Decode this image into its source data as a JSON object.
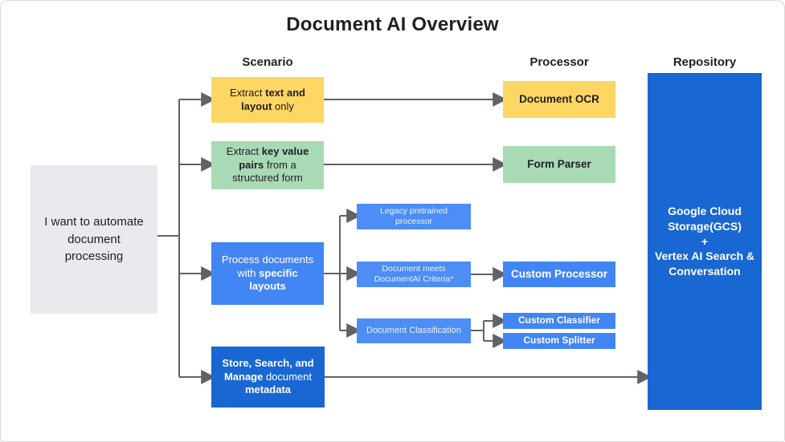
{
  "title": "Document AI Overview",
  "columns": {
    "scenario": "Scenario",
    "processor": "Processor",
    "repository": "Repository"
  },
  "colors": {
    "yellow": "#fdd663",
    "green": "#a8dab5",
    "blue": "#4285f4",
    "dark_blue": "#1967d2",
    "gray_box": "#e8eaed",
    "arrow": "#5f6368",
    "text_dark": "#202124"
  },
  "nodes": {
    "intent": {
      "text": "I want to automate document processing"
    },
    "scenario_ocr": {
      "pre": "Extract ",
      "bold": "text and layout",
      "post": " only"
    },
    "scenario_form": {
      "pre": "Extract ",
      "bold": "key value pairs",
      "post": " from a structured form"
    },
    "scenario_custom": {
      "pre": "Process documents with ",
      "bold": "specific layouts",
      "post": ""
    },
    "scenario_store": {
      "bold1": "Store, Search, and Manage",
      "mid": " document ",
      "bold2": "metadata"
    },
    "processor_ocr": {
      "label": "Document OCR"
    },
    "processor_form": {
      "label": "Form Parser"
    },
    "legacy_pretrained": {
      "label": "Legacy pretrained processor"
    },
    "document_criteria": {
      "label": "Document meets DocumentAI Criteria*"
    },
    "document_classification": {
      "label": "Document Classification"
    },
    "custom_processor": {
      "label": "Custom Processor"
    },
    "custom_classifier": {
      "label": "Custom Classifier"
    },
    "custom_splitter": {
      "label": "Custom Splitter"
    },
    "repository": {
      "lines": [
        "Google Cloud Storage(GCS)",
        "+",
        "Vertex AI Search & Conversation"
      ]
    }
  }
}
